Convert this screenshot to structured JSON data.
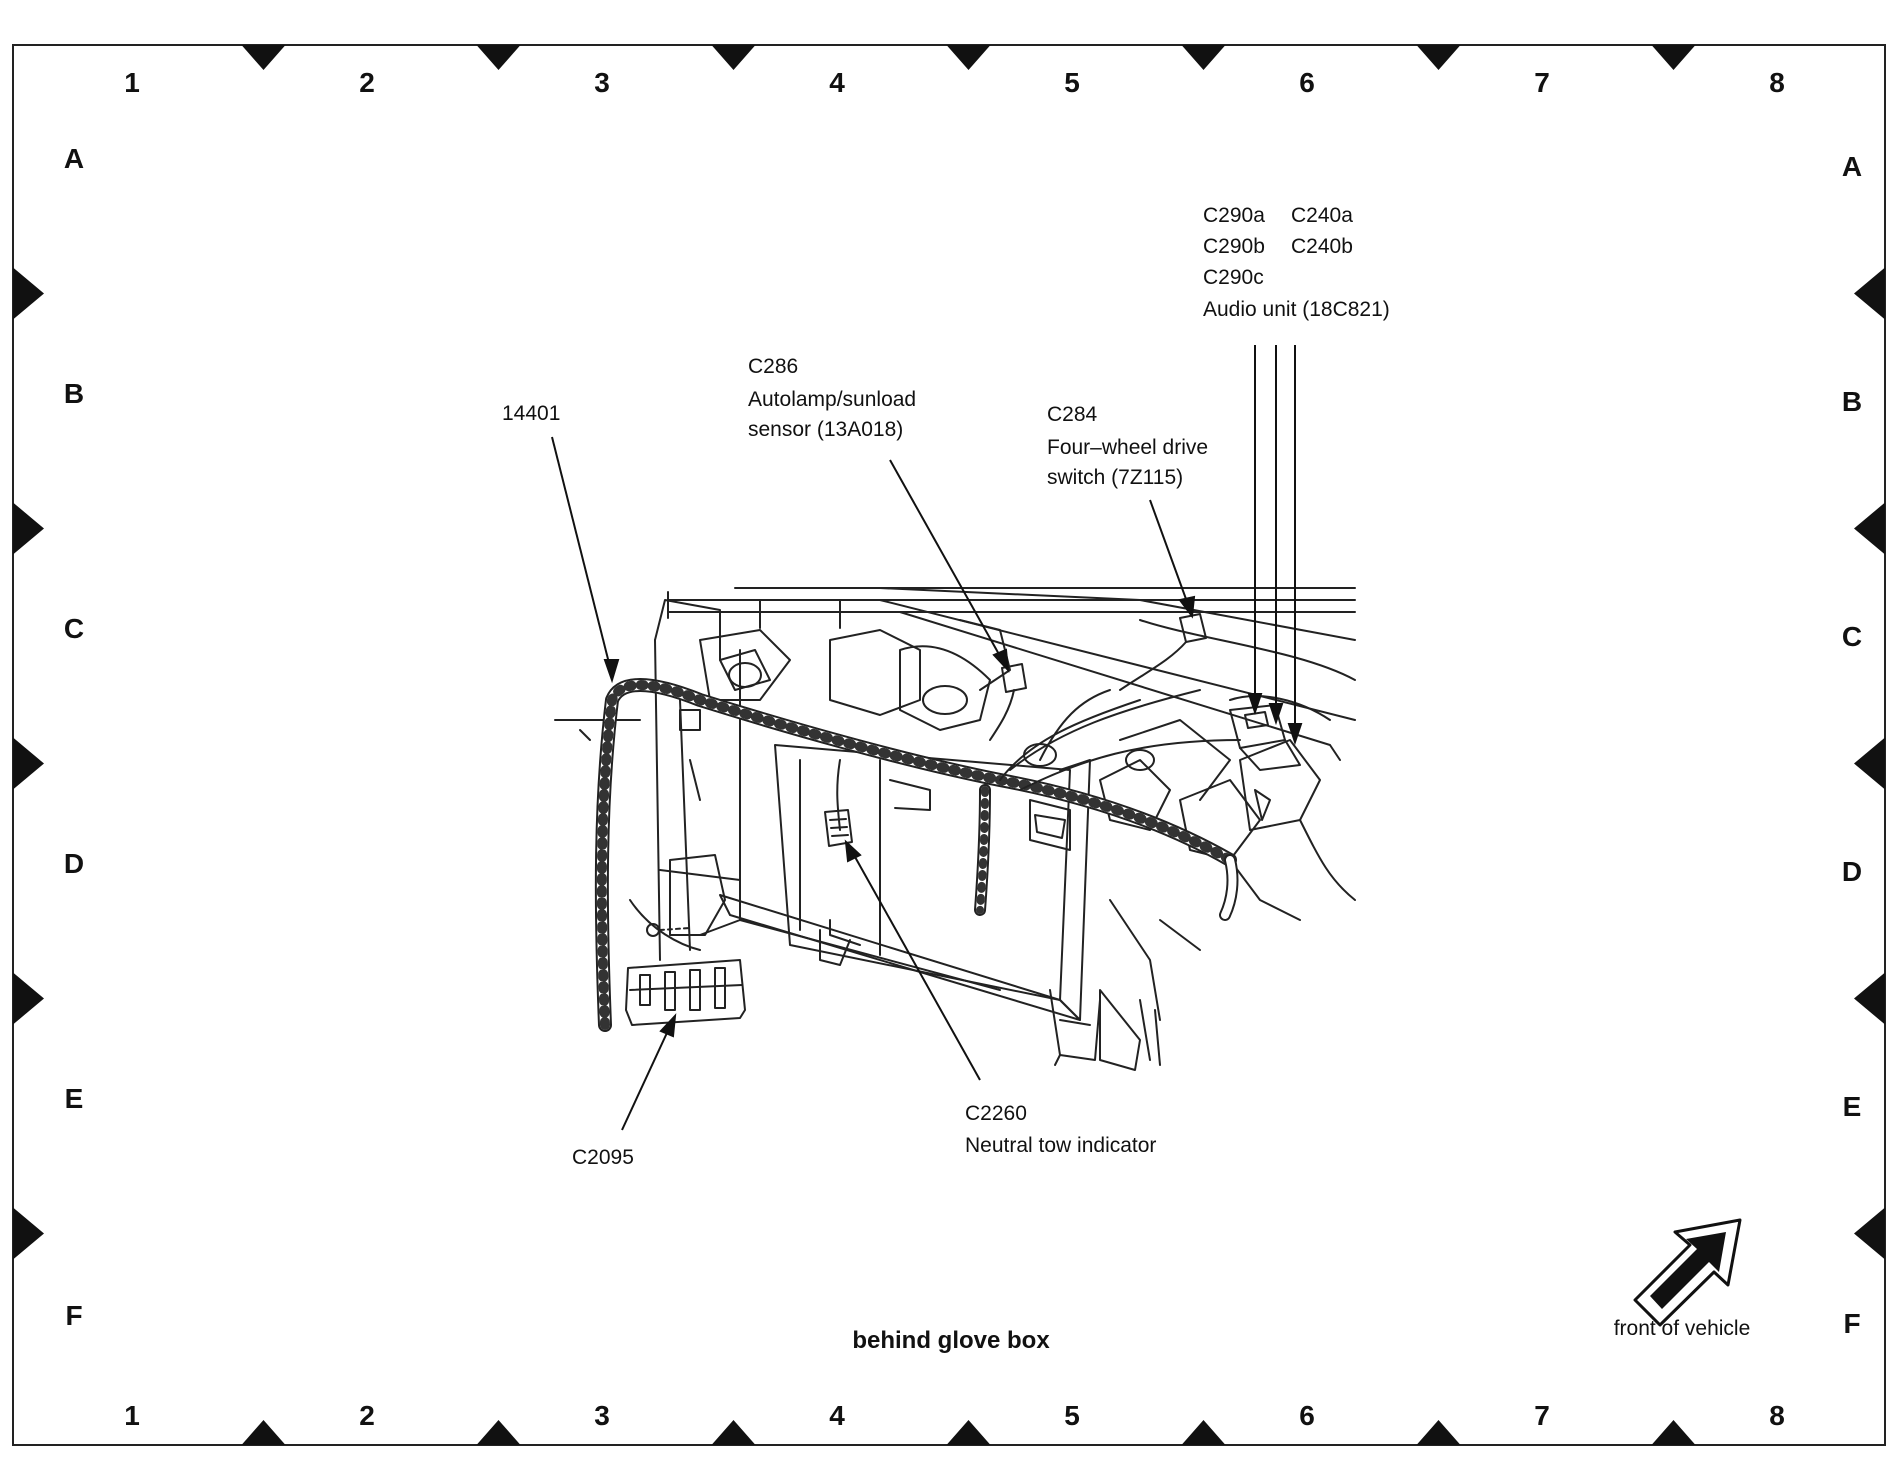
{
  "grid": {
    "columns": [
      "1",
      "2",
      "3",
      "4",
      "5",
      "6",
      "7",
      "8"
    ],
    "rows": [
      "A",
      "B",
      "C",
      "D",
      "E",
      "F"
    ]
  },
  "callouts": {
    "c290a": "C290a",
    "c240a": "C240a",
    "c290b": "C290b",
    "c240b": "C240b",
    "c290c": "C290c",
    "audio_unit": "Audio unit (18C821)",
    "c286": "C286",
    "c286_line1": "Autolamp/sunload",
    "c286_line2": "sensor (13A018)",
    "harness_14401": "14401",
    "c284": "C284",
    "c284_line1": "Four–wheel drive",
    "c284_line2": "switch (7Z115)",
    "c2260": "C2260",
    "c2260_line1": "Neutral tow indicator",
    "c2095": "C2095"
  },
  "caption": "behind glove box",
  "orientation": {
    "label": "front of vehicle",
    "icon": "direction-arrow-icon"
  },
  "colors": {
    "ink": "#111111",
    "paper": "#ffffff"
  }
}
